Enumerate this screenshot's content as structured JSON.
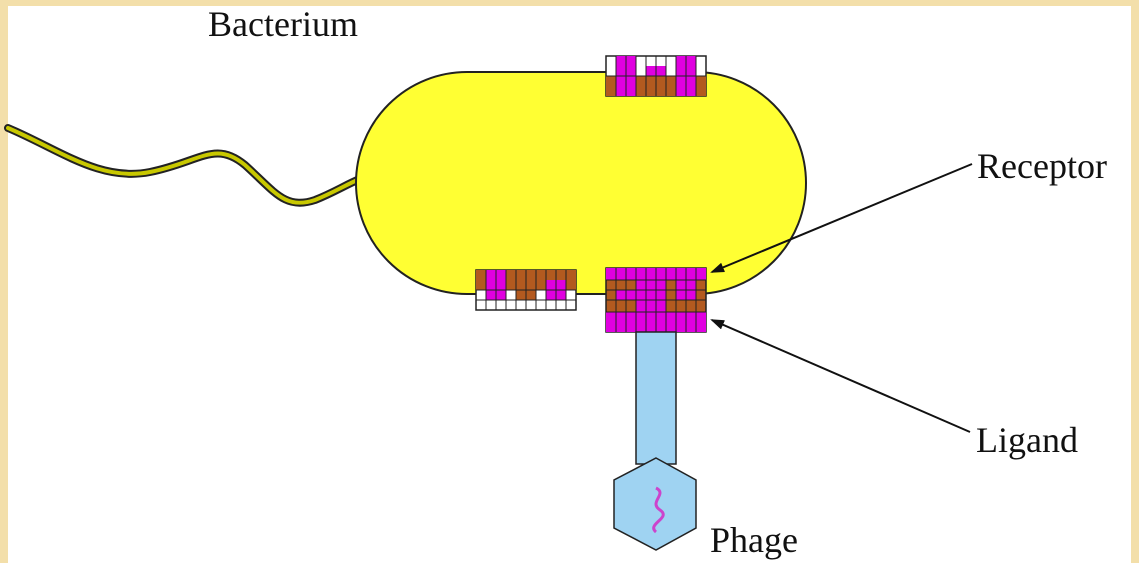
{
  "labels": {
    "bacterium": "Bacterium",
    "receptor": "Receptor",
    "ligand": "Ligand",
    "phage": "Phage"
  },
  "colors": {
    "background_frame": "#f3dfaa",
    "cell_fill": "#ffff33",
    "flagellum": "#b8b800",
    "receptor_brown": "#b35a1f",
    "receptor_magenta": "#e000e0",
    "phage_fill": "#9fd3f2",
    "phage_dna": "#cc44cc"
  }
}
